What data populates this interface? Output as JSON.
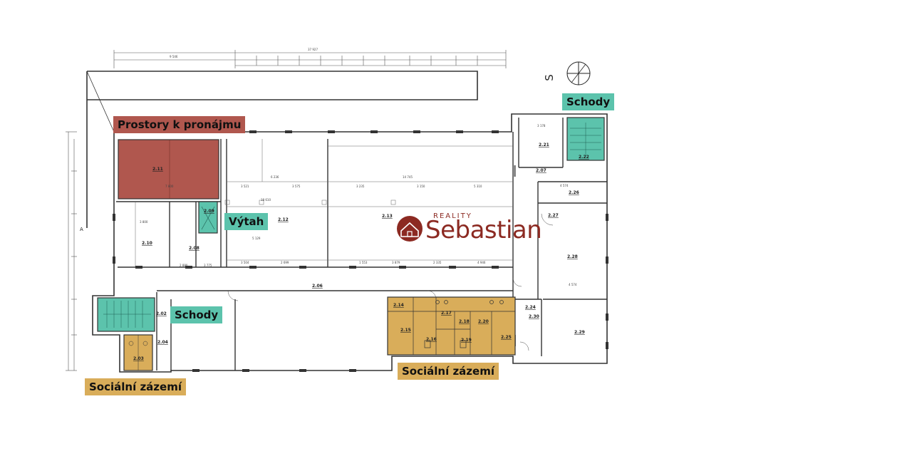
{
  "labels": {
    "rental": "Prostory k pronájmu",
    "lift": "Výtah",
    "stairs_top": "Schody",
    "stairs_left": "Schody",
    "social_left": "Sociální zázemí",
    "social_right": "Sociální zázemí"
  },
  "logo": {
    "small": "REALITY",
    "big": "Sebastian"
  },
  "compass": "S",
  "rooms": {
    "r211": "2.11",
    "r210": "2.10",
    "r209": "2.09",
    "r208": "2.08",
    "r212": "2.12",
    "r213": "2.13",
    "r206": "2.06",
    "r221": "2.21",
    "r222": "2.22",
    "r207": "2.07",
    "r226": "2.26",
    "r227": "2.27",
    "r228": "2.28",
    "r229": "2.29",
    "r202": "2.02",
    "r203": "2.03",
    "r204": "2.04",
    "r214": "2.14",
    "r215": "2.15",
    "r216": "2.16",
    "r217": "2.17",
    "r218": "2.18",
    "r219": "2.19",
    "r220": "2.20",
    "r225": "2.25",
    "r230": "2.30",
    "r224": "2.24"
  },
  "dims": {
    "total": "37 927",
    "d1": "9 546",
    "d2": "6 236",
    "d3": "14 745",
    "d4": "3 521",
    "d5": "3 575",
    "d6": "3 235",
    "d7": "3 150",
    "d8": "5 310",
    "d9": "4 574",
    "d10": "2 880",
    "d11": "3 775",
    "d12": "3 504",
    "d13": "2 699",
    "d14": "1 553",
    "d15": "3 879",
    "d16": "2 335",
    "d17": "4 946",
    "d18": "7 800",
    "d19": "3 800",
    "d20": "4 574",
    "d21": "3 178",
    "d22": "5 129",
    "d23": "18 610"
  },
  "colors": {
    "rental": "#b0574e",
    "teal": "#5cc3ac",
    "gold": "#d9ad5a",
    "brand": "#8c2a22",
    "wall": "#333333"
  }
}
